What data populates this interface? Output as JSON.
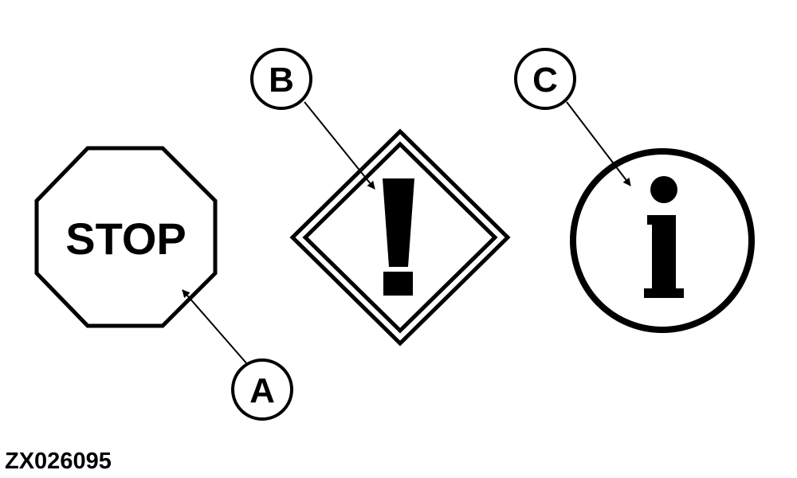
{
  "symbols": {
    "stop": {
      "text": "STOP",
      "callout": "A",
      "icon": "stop-octagon-icon"
    },
    "warning": {
      "callout": "B",
      "icon": "exclamation-diamond-icon"
    },
    "info": {
      "callout": "C",
      "icon": "info-circle-icon"
    }
  },
  "document_id": "ZX026095",
  "colors": {
    "stroke": "#000000",
    "background": "#ffffff"
  }
}
